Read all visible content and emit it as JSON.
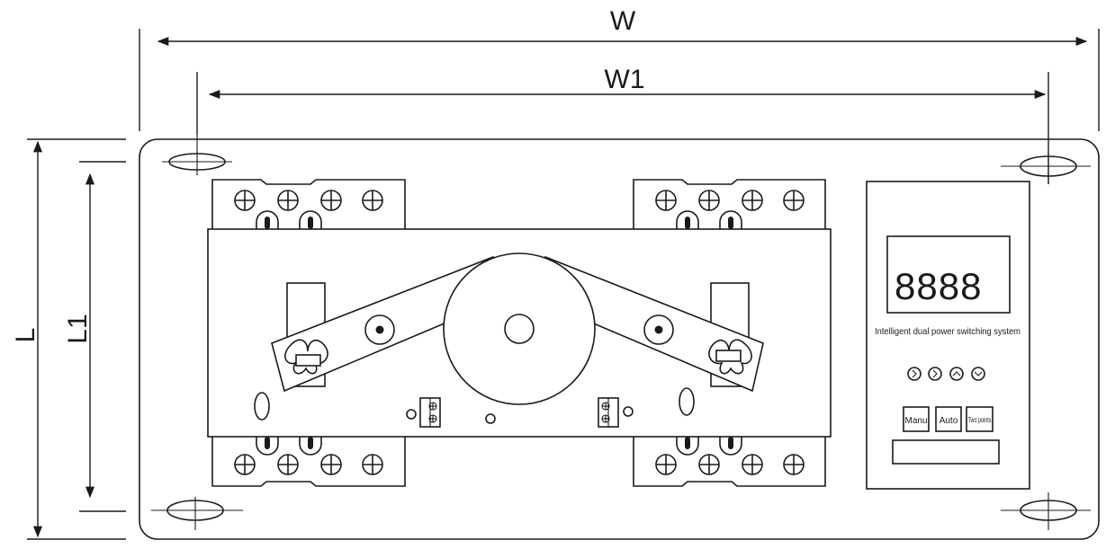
{
  "dimensions": {
    "width_label": "W",
    "inner_width_label": "W1",
    "length_label": "L",
    "inner_length_label": "L1"
  },
  "controller": {
    "display_value": "8888",
    "product_name": "Intelligent dual power switching system",
    "nav_icons": [
      "chevron-right-icon",
      "chevron-right-icon",
      "chevron-up-icon",
      "chevron-down-icon"
    ],
    "buttons": [
      "Manu",
      "Auto",
      "Two points"
    ]
  }
}
